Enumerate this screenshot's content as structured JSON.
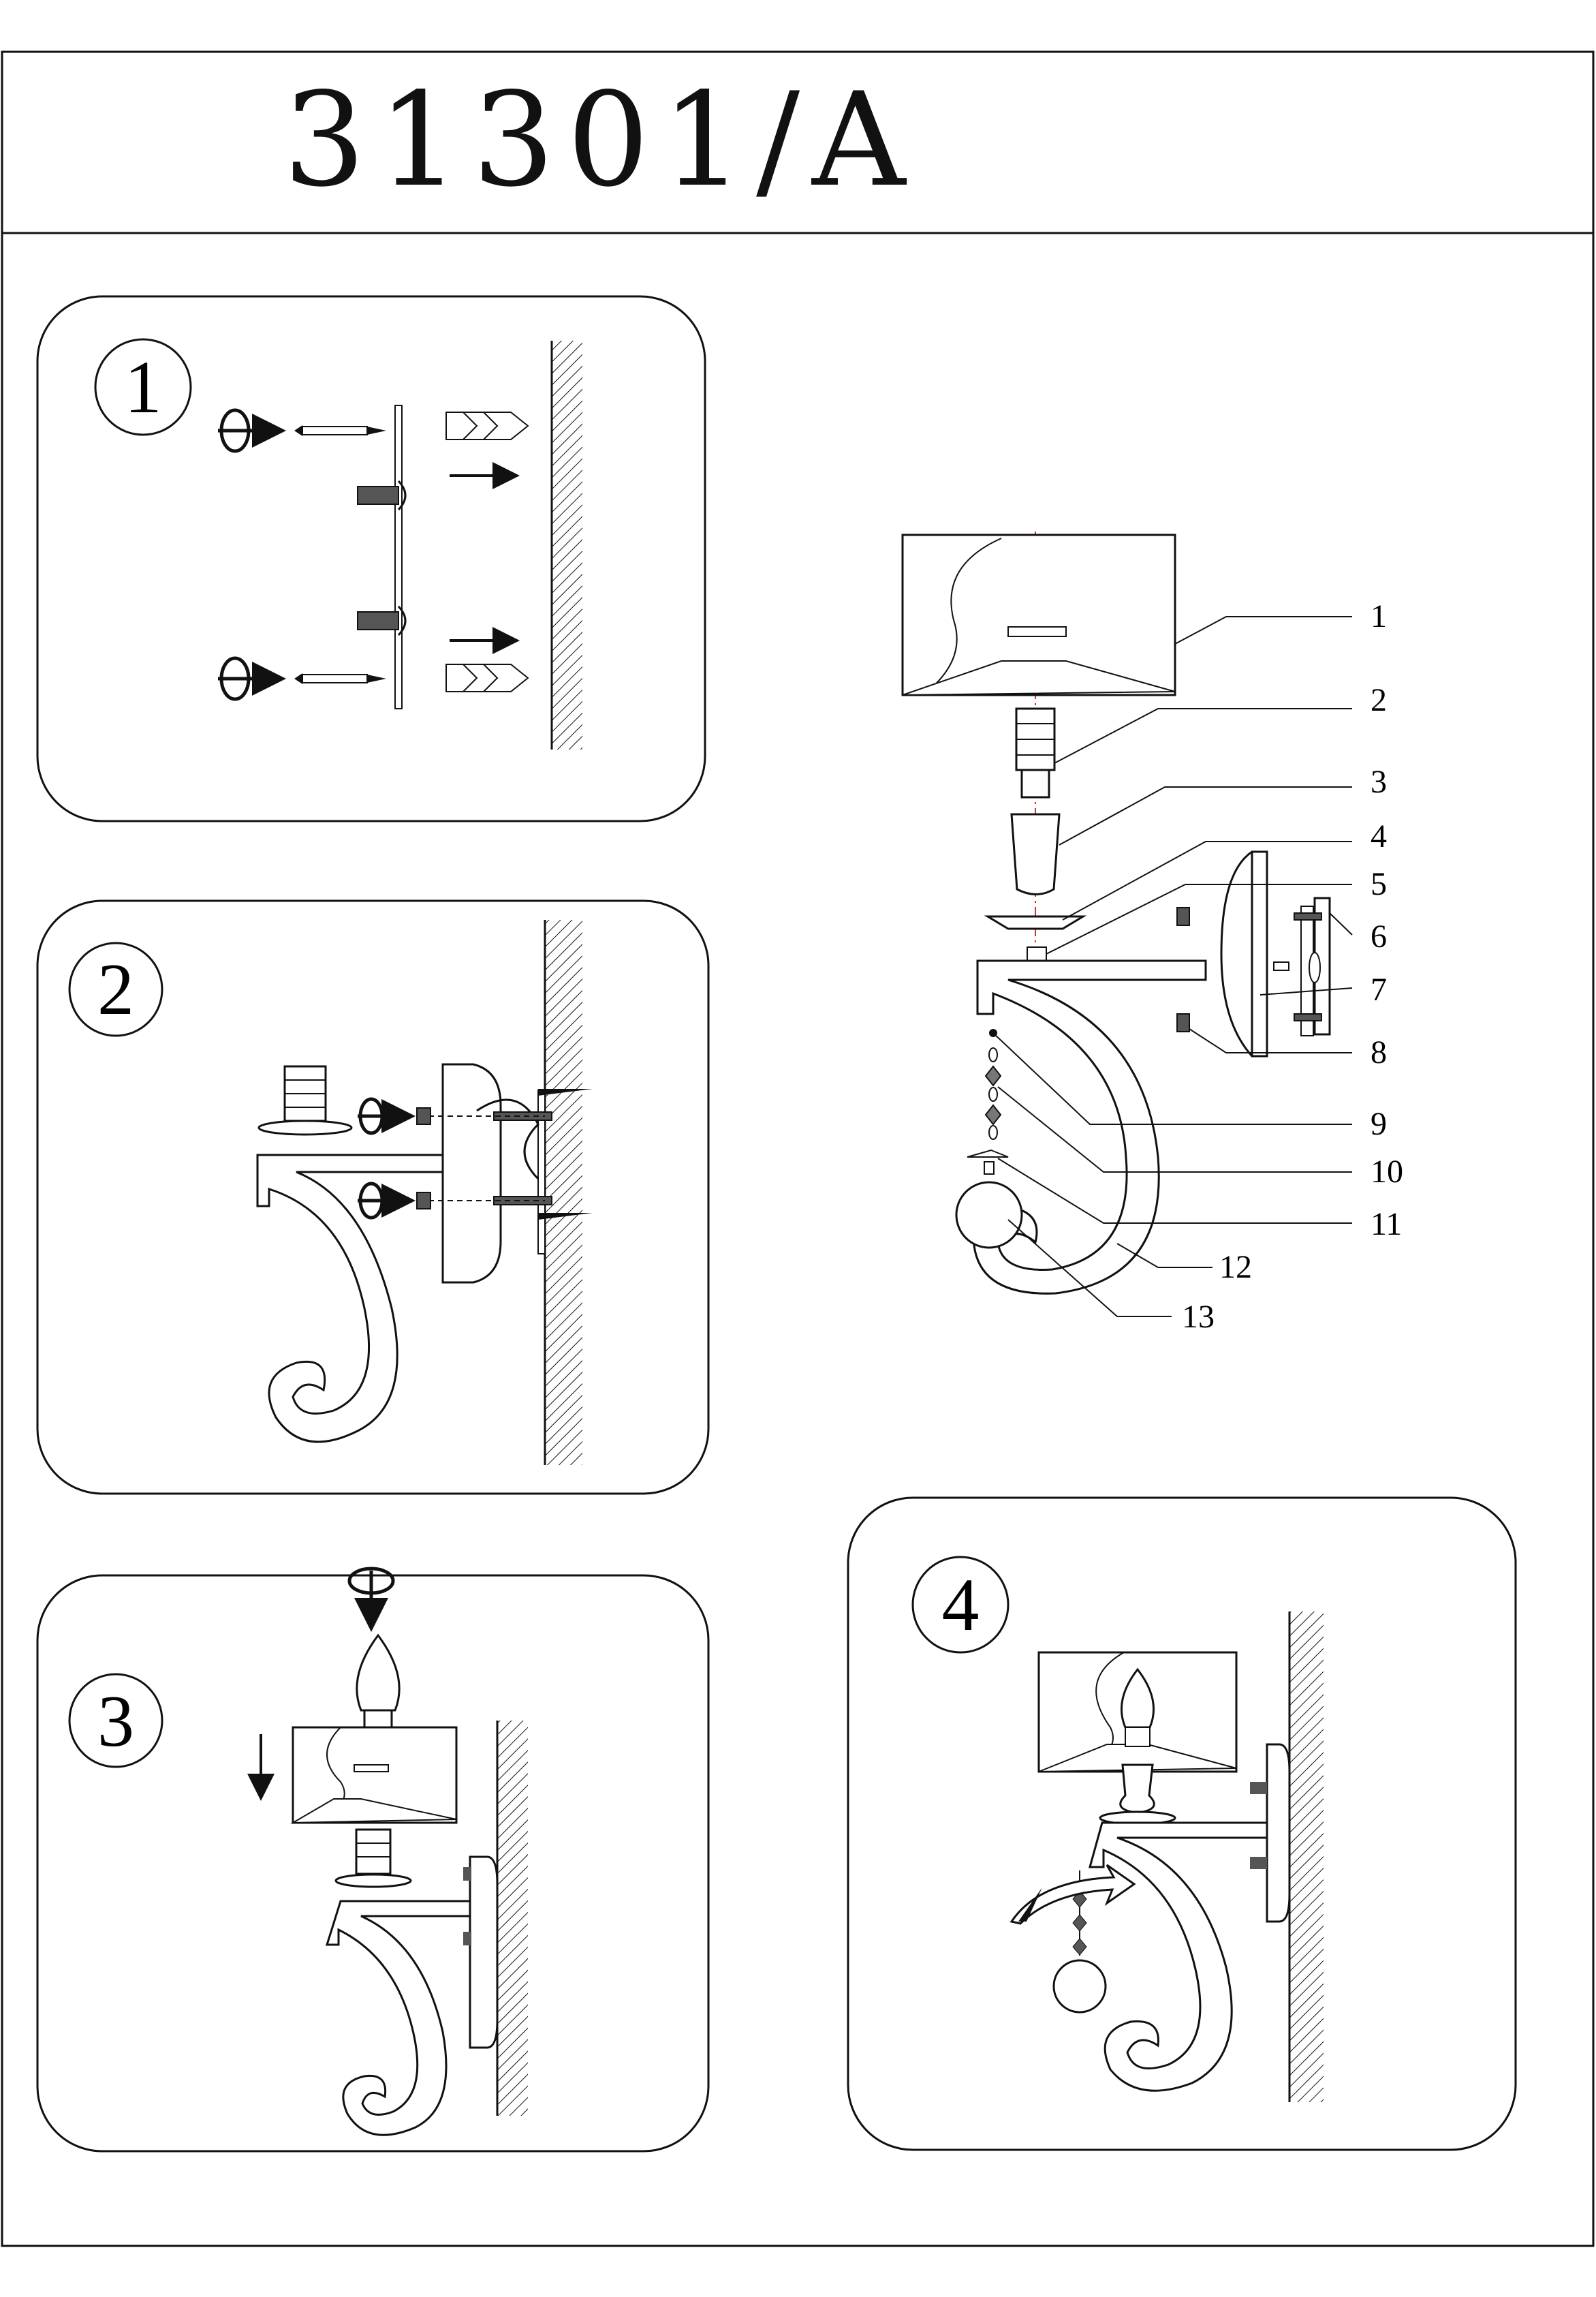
{
  "sheet": {
    "model_code": "31301/A"
  },
  "steps": [
    {
      "number": "1",
      "name": "wall-plate-mounting"
    },
    {
      "number": "2",
      "name": "arm-to-plate"
    },
    {
      "number": "3",
      "name": "shade-and-bulb"
    },
    {
      "number": "4",
      "name": "attach-pendant"
    }
  ],
  "exploded_view": {
    "callouts": [
      "1",
      "2",
      "3",
      "4",
      "5",
      "6",
      "7",
      "8",
      "9",
      "10",
      "11",
      "12",
      "13"
    ]
  },
  "icons": [
    "rotate-arrow-icon",
    "push-arrow-icon",
    "down-arrow-icon",
    "curved-arrow-icon",
    "wall-hatch"
  ],
  "colors": {
    "line": "#111111",
    "axis": "#cc3333",
    "background": "#ffffff"
  }
}
